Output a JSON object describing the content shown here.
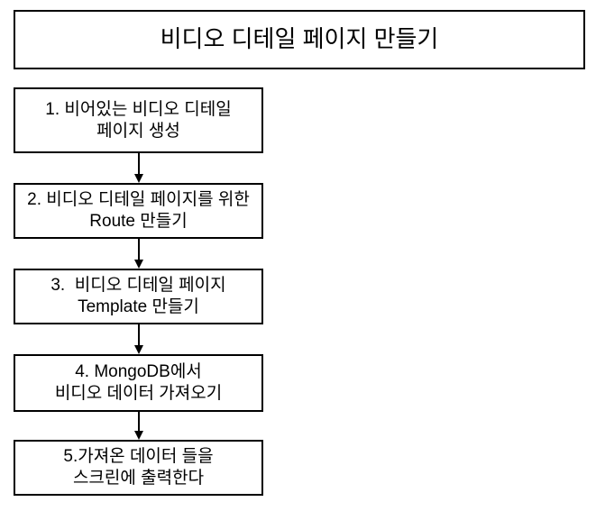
{
  "title": "비디오 디테일 페이지 만들기",
  "flowchart": {
    "steps": [
      {
        "id": 1,
        "line1": "1. 비어있는 비디오 디테일",
        "line2": "페이지 생성"
      },
      {
        "id": 2,
        "line1": "2. 비디오 디테일 페이지를 위한",
        "line2": "Route 만들기"
      },
      {
        "id": 3,
        "line1": "3.  비디오 디테일 페이지",
        "line2": "Template 만들기"
      },
      {
        "id": 4,
        "line1": "4. MongoDB에서",
        "line2": "비디오 데이터 가져오기"
      },
      {
        "id": 5,
        "line1": "5.가져온 데이터 들을",
        "line2": "스크린에 출력한다"
      }
    ]
  },
  "colors": {
    "border": "#000000",
    "background": "#ffffff",
    "text": "#000000"
  }
}
